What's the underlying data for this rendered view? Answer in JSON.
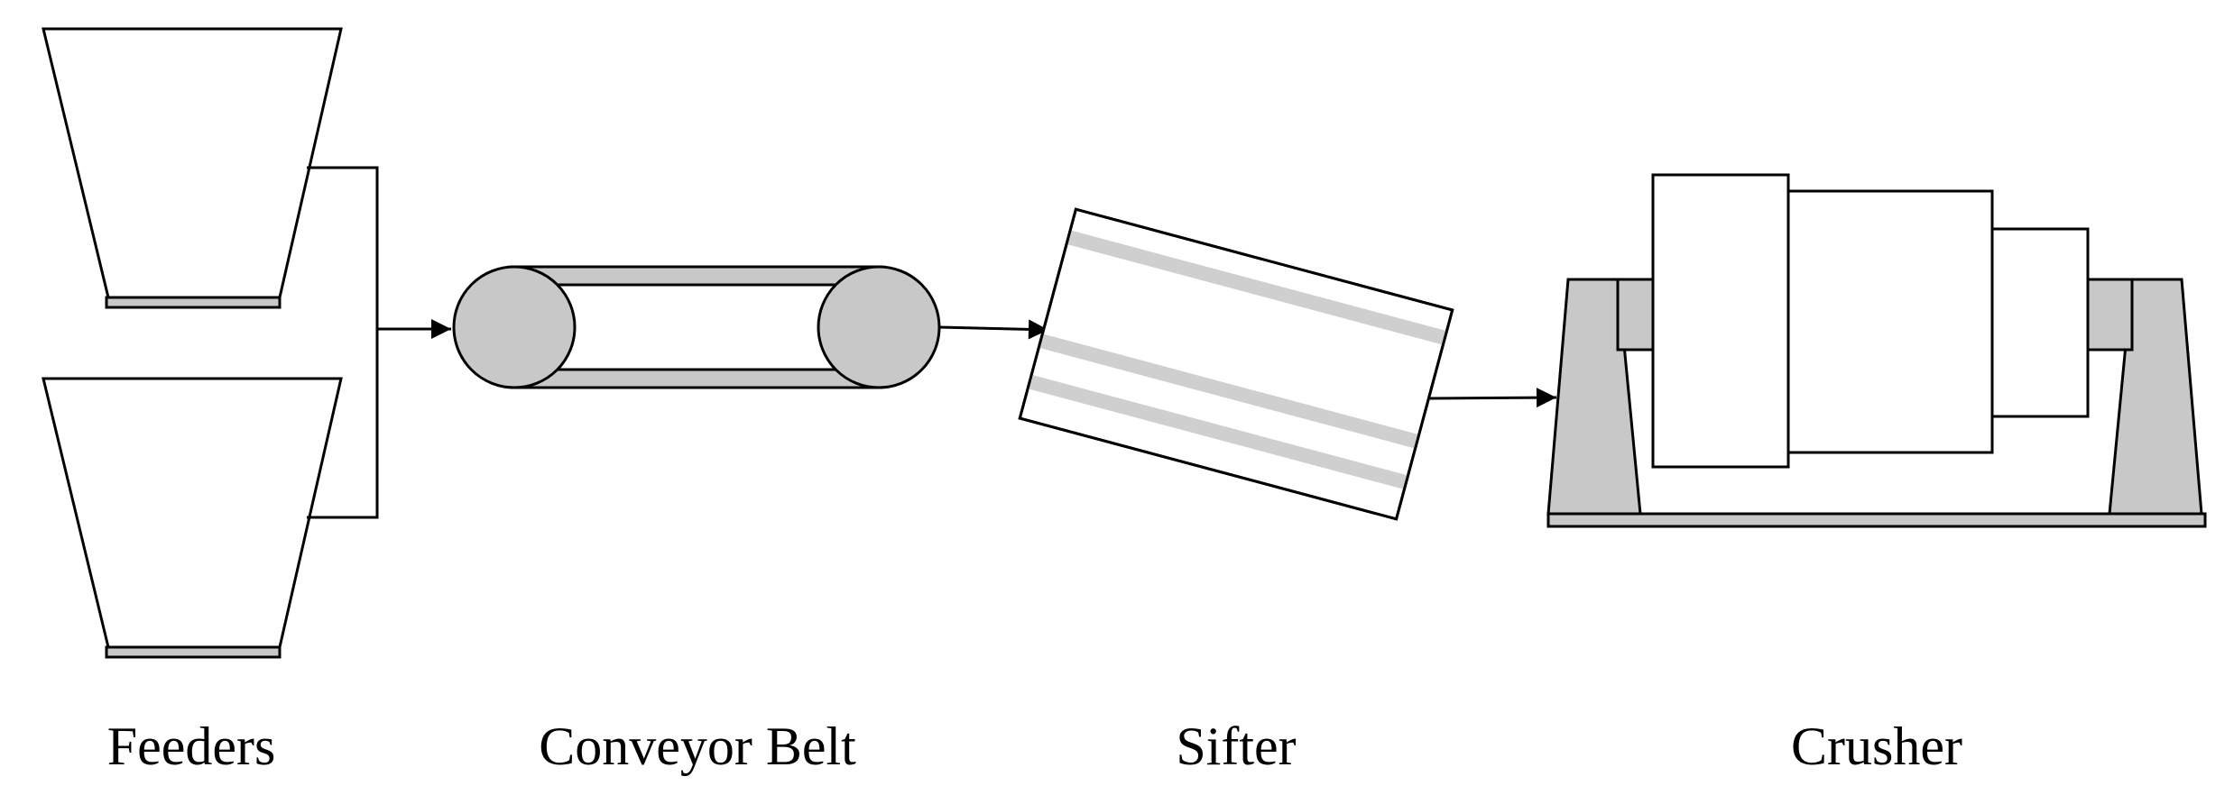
{
  "labels": {
    "feeders": "Feeders",
    "conveyor_belt": "Conveyor Belt",
    "sifter": "Sifter",
    "crusher": "Crusher"
  },
  "colors": {
    "outline": "#000000",
    "fill_grey": "#c8c8c8",
    "background": "#ffffff"
  }
}
